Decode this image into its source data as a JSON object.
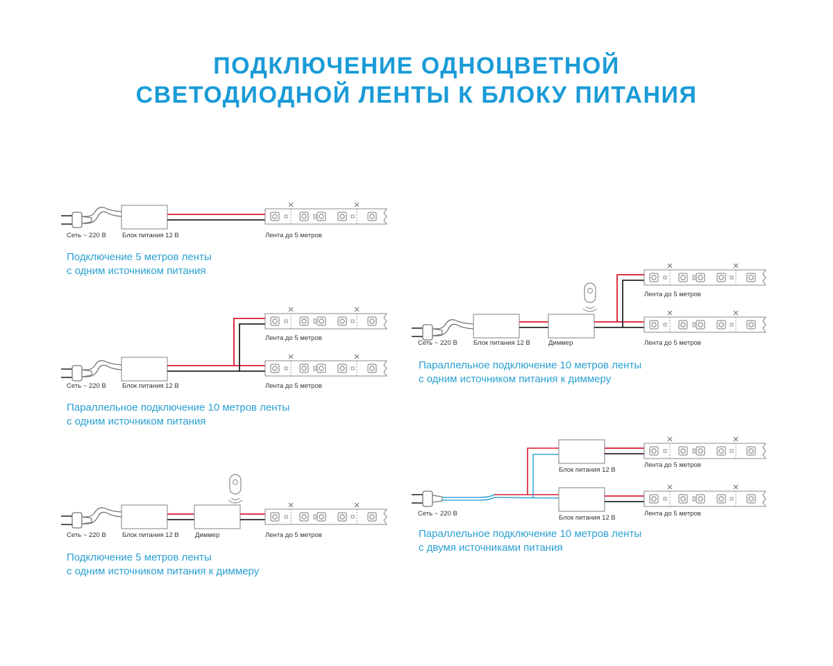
{
  "title": {
    "line1": "ПОДКЛЮЧЕНИЕ ОДНОЦВЕТНОЙ",
    "line2": "СВЕТОДИОДНОЙ ЛЕНТЫ К БЛОКУ ПИТАНИЯ"
  },
  "labels": {
    "mains": "Сеть ~ 220 В",
    "psu": "Блок питания 12 В",
    "dimmer": "Диммер",
    "strip": "Лента до 5 метров"
  },
  "captions": {
    "c1": [
      "Подключение 5 метров ленты",
      "с одним источником питания"
    ],
    "c2": [
      "Параллельное подключение 10 метров ленты",
      "с одним источником питания"
    ],
    "c3": [
      "Подключение 5 метров ленты",
      "с одним источником питания к диммеру"
    ],
    "c4": [
      "Параллельное подключение 10 метров ленты",
      "с одним источником питания к диммеру"
    ],
    "c5": [
      "Параллельное подключение 10 метров ленты",
      "с двумя источниками питания"
    ]
  },
  "colors": {
    "title": "#1a9bd7",
    "caption": "#2aa0d2",
    "wire_positive": "#d7192b",
    "wire_negative": "#222222",
    "wire_mains": "#3aa6dc",
    "outline": "#8a8a8a"
  },
  "icons": [
    "plug-icon",
    "power-supply-icon",
    "dimmer-icon",
    "remote-control-icon",
    "led-strip-icon"
  ]
}
